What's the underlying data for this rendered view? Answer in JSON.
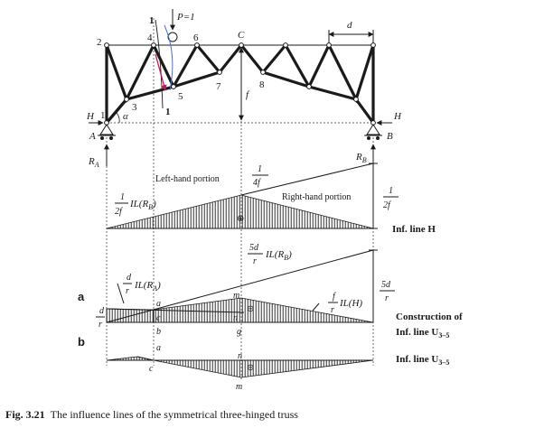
{
  "figure": {
    "caption_number": "Fig. 3.21",
    "caption_text": "The influence lines of the symmetrical three-hinged truss"
  },
  "truss": {
    "load_label": "P=1",
    "section_label": "1",
    "section_label_bottom": "1",
    "nodes": {
      "n1": "1",
      "n2": "2",
      "n3": "3",
      "n4": "4",
      "n5": "5",
      "n6": "6",
      "n7": "7",
      "n8": "8",
      "crown": "C"
    },
    "panel_label": "d",
    "rise_label": "f",
    "angle_label": "α",
    "left_support": {
      "thrust": "H",
      "node_label": "A",
      "reaction": "R",
      "reaction_sub": "A"
    },
    "right_support": {
      "thrust": "H",
      "node_label": "B",
      "reaction": "R",
      "reaction_sub": "B"
    }
  },
  "il_H": {
    "left_factor_num": "1",
    "left_factor_den": "2f",
    "left_factor_text": "IL(R",
    "left_factor_sub": "B",
    "left_portion": "Left-hand portion",
    "right_portion": "Right-hand portion",
    "peak_num": "1",
    "peak_den": "4f",
    "right_ord_num": "1",
    "right_ord_den": "2f",
    "sign": "⊕",
    "title": "Inf. line H"
  },
  "construction": {
    "top_num": "5d",
    "top_den": "r",
    "top_text": "IL(R",
    "top_sub": "B",
    "left_num": "d",
    "left_den": "r",
    "left_text": "IL(R",
    "left_sub": "A",
    "right_num": "f",
    "right_den": "r",
    "right_text": "IL(H)",
    "right_ord_num": "5d",
    "right_ord_den": "r",
    "axis_num": "d",
    "axis_den": "r",
    "points": {
      "a": "a",
      "b": "b",
      "c": "c",
      "g": "g",
      "m": "m",
      "n": "n"
    },
    "sign": "⊖",
    "panel_tag": "a",
    "title_line1": "Construction of",
    "title_line2": "Inf. line U",
    "title_sub": "3–5"
  },
  "il_U": {
    "points": {
      "a": "a",
      "c": "c",
      "n": "n",
      "m": "m"
    },
    "sign": "⊖",
    "panel_tag": "b",
    "title": "Inf. line U",
    "title_sub": "3–5"
  }
}
